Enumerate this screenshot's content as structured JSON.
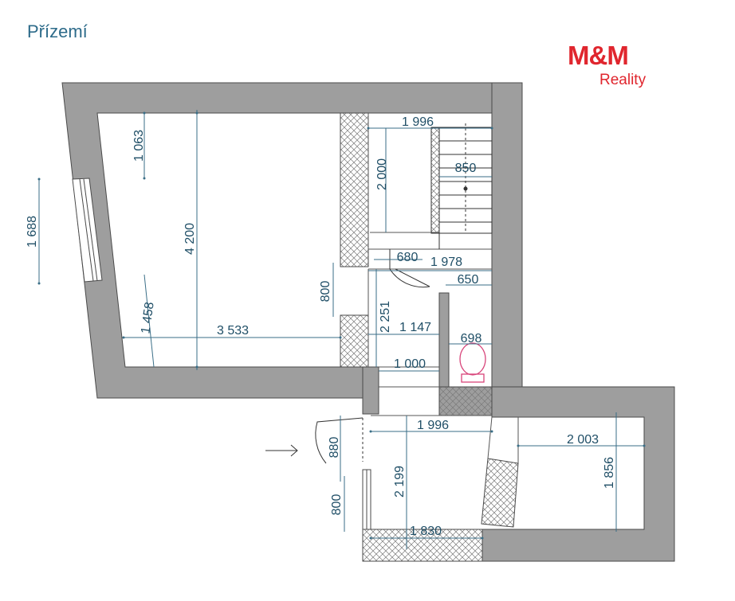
{
  "title": "Přízemí",
  "logo": {
    "brand": "M&M",
    "sub": "Reality",
    "color": "#e0262e"
  },
  "colors": {
    "wall": "#9e9e9e",
    "wall_stroke": "#4a4a4a",
    "dim": "#3a6e87",
    "hatch": "#7a7a7a",
    "wc": "#d8447a",
    "stairs": "#333333"
  },
  "dimensions": {
    "d1063": "1 063",
    "d1688": "1 688",
    "d4200": "4 200",
    "d1458": "1 458",
    "d3533": "3 533",
    "d800a": "800",
    "d1996a": "1 996",
    "d850": "850",
    "d2000": "2 000",
    "d680": "680",
    "d1978": "1 978",
    "d650": "650",
    "d2251": "2 251",
    "d1147": "1 147",
    "d698": "698",
    "d1000": "1 000",
    "d1996b": "1 996",
    "d880": "880",
    "d2003": "2 003",
    "d2199": "2 199",
    "d1856": "1 856",
    "d800b": "800",
    "d1830": "1 830"
  }
}
